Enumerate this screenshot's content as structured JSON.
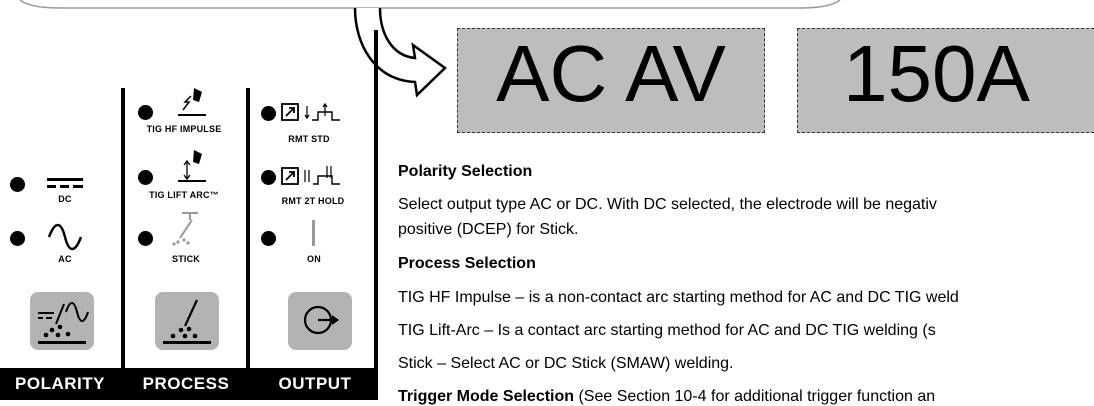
{
  "panel": {
    "polarity": {
      "dc_label": "DC",
      "ac_label": "AC",
      "title": "POLARITY"
    },
    "process": {
      "hf_label": "TIG HF IMPULSE",
      "lift_label": "TIG LIFT ARC™",
      "stick_label": "STICK",
      "title": "PROCESS"
    },
    "output": {
      "rmt_std_label": "RMT STD",
      "rmt_2t_label": "RMT 2T HOLD",
      "on_label": "ON",
      "title": "OUTPUT"
    }
  },
  "displays": {
    "left": "AC AV",
    "right": "150A"
  },
  "text": {
    "polarity_heading": "Polarity Selection",
    "polarity_body_1": "Select output type AC or DC. With DC selected, the electrode will be negativ",
    "polarity_body_2": "positive (DCEP) for Stick.",
    "process_heading": "Process Selection",
    "process_hf": "TIG HF Impulse – is a non-contact arc starting method for AC and DC TIG weld",
    "process_lift": "TIG Lift-Arc – Is a contact arc starting method for AC and DC TIG welding (s",
    "process_stick": "Stick – Select AC or DC Stick (SMAW) welding.",
    "trigger_heading": "Trigger Mode Selection",
    "trigger_rest": " (See Section 10-4 for additional trigger function an"
  }
}
